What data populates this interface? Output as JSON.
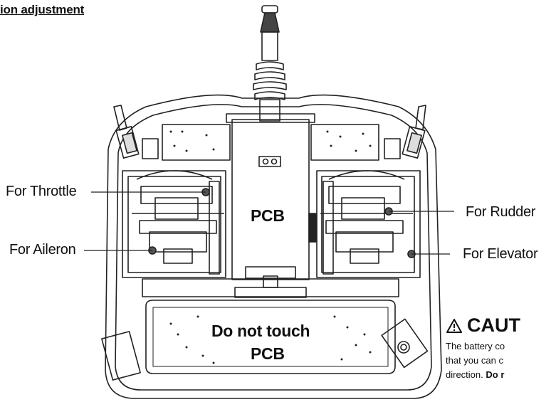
{
  "heading": "ion adjustment",
  "labels": {
    "throttle": "For Throttle",
    "aileron": "For Aileron",
    "rudder": "For Rudder",
    "elevator": "For Elevator",
    "pcb": "PCB",
    "do_not_touch_line1": "Do not touch",
    "do_not_touch_line2": "PCB"
  },
  "caution": {
    "title": "CAUT",
    "line1": "The battery co",
    "line2": "that you can c",
    "line3_prefix": "direction. ",
    "line3_bold": "Do r"
  },
  "colors": {
    "line": "#222222",
    "panel": "#ffffff",
    "shade": "#555555"
  }
}
